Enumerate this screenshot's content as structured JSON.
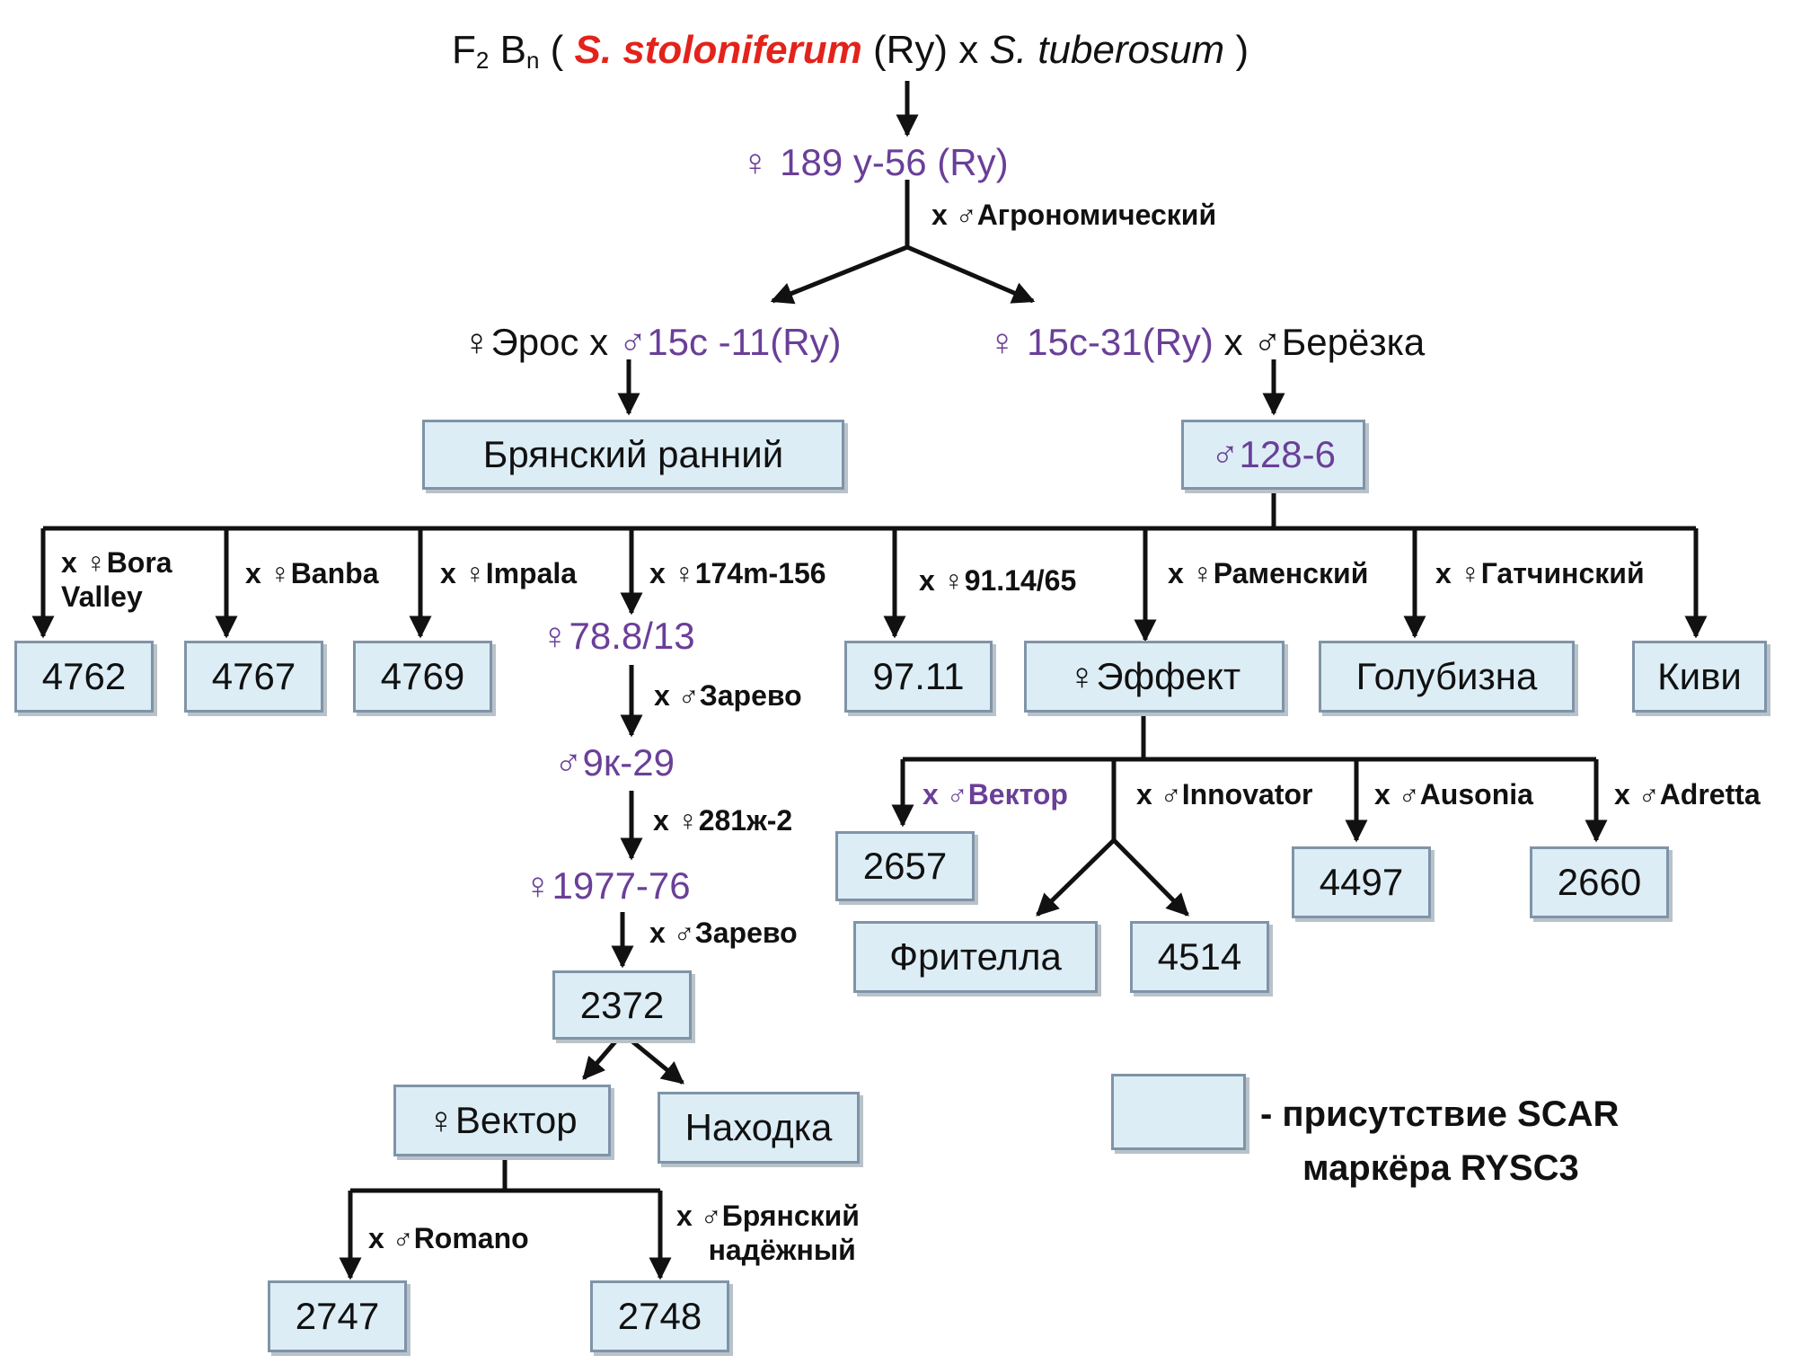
{
  "title": {
    "f2": "F",
    "f2_sub": "2",
    "bn": " B",
    "bn_sub": "n",
    "open": " ( ",
    "species1": "S. stoloniferum",
    "ry": " (Ry) x ",
    "species2": "S. tuberosum",
    "close": " )"
  },
  "nodes": {
    "n189": "♀ 189 у-56 (Ry)",
    "cross_agro": "х ♂Агрономический",
    "eros_a": "♀Эрос х ",
    "eros_b": "♂15с -11(Ry)",
    "c15_a": "♀ 15с-31(Ry)",
    "c15_b": " х ♂Берёзка",
    "bryansky": "Брянский ранний",
    "m128": "♂128-6",
    "x_bora": "х ♀Bora\nValley",
    "x_banba": "х ♀Banba",
    "x_impala": "х ♀Impala",
    "x_174": "х ♀174m-156",
    "x_91": "х ♀91.14/65",
    "x_ramensky": "х ♀Раменский",
    "x_gatch": "х ♀Гатчинский",
    "b4762": "4762",
    "b4767": "4767",
    "b4769": "4769",
    "f788": "♀78.8/13",
    "b9711": "97.11",
    "effekt": "♀Эффект",
    "golubizna": "Голубизна",
    "kivi": "Киви",
    "x_zarevo1": "х ♂Зарево",
    "m9k": "♂9к-29",
    "x_281": "х ♀281ж-2",
    "f1977": "♀1977-76",
    "x_zarevo2": "х ♂Зарево",
    "b2372": "2372",
    "x_vektor": "х ♂Вектор",
    "x_innovator": "х ♂Innovator",
    "x_ausonia": "х ♂Ausonia",
    "x_adretta": "х ♂Adretta",
    "b2657": "2657",
    "b4497": "4497",
    "b2660": "2660",
    "fritella": "Фрителла",
    "b4514": "4514",
    "vektor": "♀Вектор",
    "nahodka": "Находка",
    "x_romano": "х ♂Romano",
    "x_bryansky_nad": "х ♂Брянский\nнадёжный",
    "b2747": "2747",
    "b2748": "2748"
  },
  "legend": {
    "text_line1": "- присутствие SCAR",
    "text_line2": "маркёра RYSC3"
  },
  "colors": {
    "box_fill": "#dcedf5",
    "box_border": "#7f94a8",
    "purple_text": "#6a3f98",
    "species_red": "#e3231b",
    "lines": "#111111"
  }
}
